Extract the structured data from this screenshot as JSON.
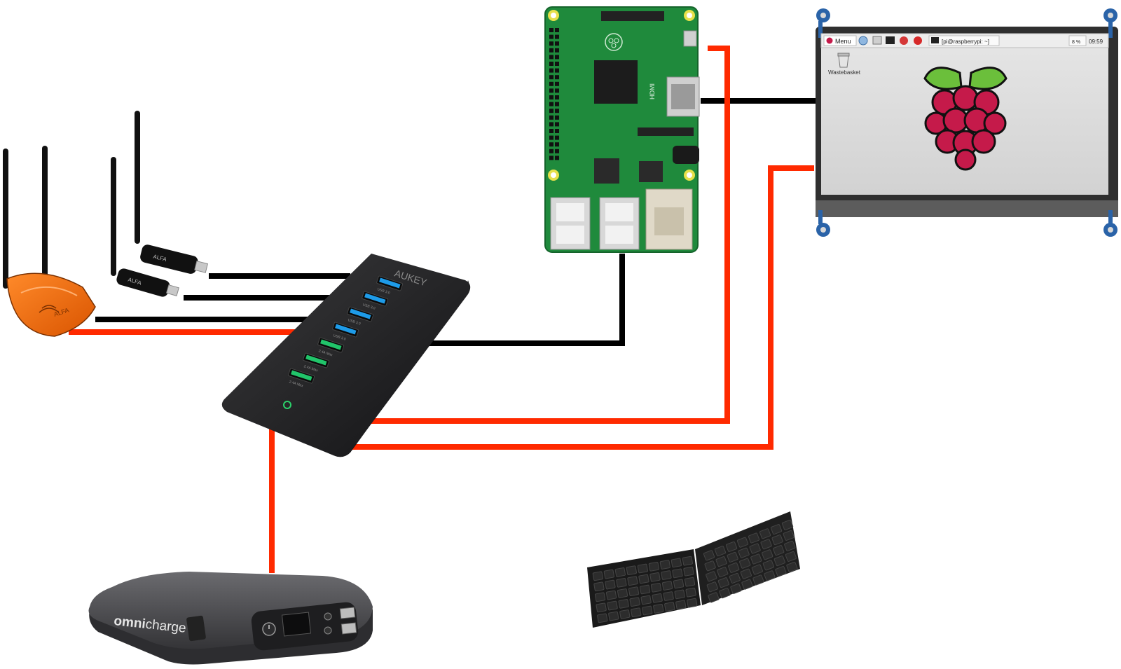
{
  "hub": {
    "brand": "AUKEY",
    "port_labels": [
      "USB 3.0",
      "USB 3.0",
      "USB 3.0",
      "USB 3.0",
      "2.4A Max",
      "2.4A Max",
      "2.4A Max"
    ]
  },
  "wifi_alfa_brand": "ALFA",
  "wifi_dongle_brand": "ALFA",
  "raspberry_pi": {
    "port_label": "HDMI"
  },
  "screen": {
    "taskbar": {
      "menu_label": "Menu",
      "terminal_label": "[pi@raspberrypi: ~]",
      "battery_text": "8 %",
      "clock": "09:59"
    },
    "desktop_icon_label": "Wastebasket"
  },
  "power_bank": {
    "brand_prefix": "omni",
    "brand_suffix": "charge"
  },
  "colors": {
    "power_cable": "#ff2a00",
    "data_cable": "#000000",
    "alfa_orange": "#f26a10",
    "pi_green": "#1f8a3c",
    "screen_bezel": "#2f2f2f",
    "raspberry_red": "#c51a4a",
    "raspberry_leaf": "#6bbf3b"
  },
  "icons": [
    "raspberry-logo-icon",
    "trash-icon",
    "power-icon",
    "usb-port-icon"
  ]
}
